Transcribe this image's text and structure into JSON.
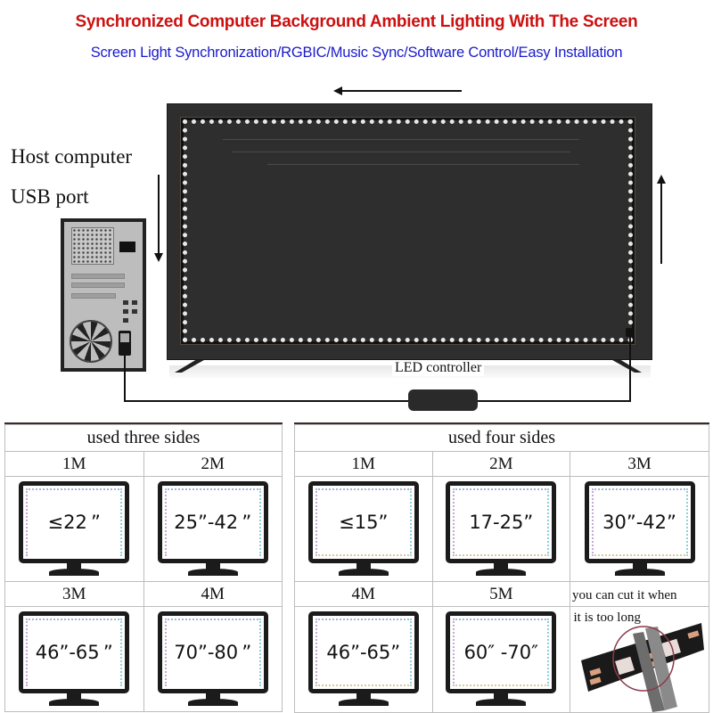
{
  "header": {
    "title": "Synchronized Computer Background Ambient Lighting With The Screen",
    "subtitle": "Screen Light Synchronization/RGBIC/Music Sync/Software Control/Easy Installation"
  },
  "colors": {
    "title": "#cc1111",
    "subtitle": "#1a1acc",
    "tv_body": "#2e2e2e",
    "table_border": "#bdbdbd"
  },
  "diagram": {
    "host_label": "Host computer",
    "usb_label": "USB port",
    "controller_label": "LED controller",
    "arrows": [
      "arrow-left-top",
      "arrow-down-left",
      "arrow-up-right"
    ]
  },
  "table": {
    "three_sides": {
      "header": "used three sides",
      "items": [
        {
          "length": "1M",
          "size": "≤22 ”"
        },
        {
          "length": "2M",
          "size": "25”-42 ”"
        },
        {
          "length": "3M",
          "size": "46”-65 ”"
        },
        {
          "length": "4M",
          "size": "70”-80 ”"
        }
      ]
    },
    "four_sides": {
      "header": "used four sides",
      "items": [
        {
          "length": "1M",
          "size": "≤15”"
        },
        {
          "length": "2M",
          "size": "17-25”"
        },
        {
          "length": "3M",
          "size": "30”-42”"
        },
        {
          "length": "4M",
          "size": "46”-65”"
        },
        {
          "length": "5M",
          "size": "60″ -70″"
        }
      ]
    },
    "cut_note_line1": "you can cut it when",
    "cut_note_line2": "it is too long"
  }
}
